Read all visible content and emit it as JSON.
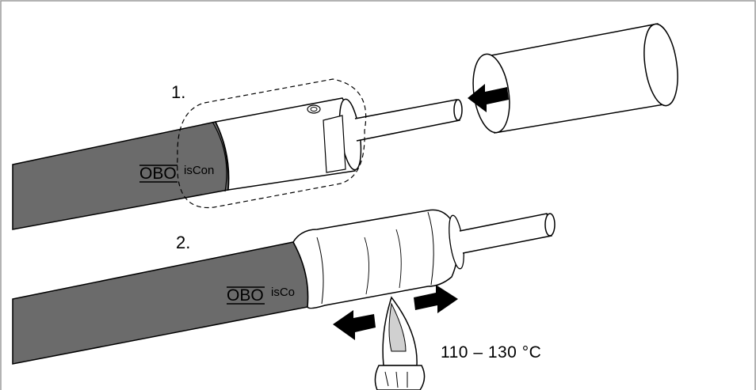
{
  "steps": [
    {
      "label": "1."
    },
    {
      "label": "2."
    }
  ],
  "cable_print": {
    "brand": "OBO",
    "suffix_step1": "isCon",
    "suffix_step2": "isCo"
  },
  "temperature_label": "110 – 130 °C",
  "colors": {
    "cable_gray": "#6b6b6b",
    "outline": "#000000",
    "background": "#ffffff"
  },
  "icons": [
    "push-arrow-icon",
    "slide-left-arrow-icon",
    "slide-right-arrow-icon",
    "hot-air-gun-icon"
  ]
}
